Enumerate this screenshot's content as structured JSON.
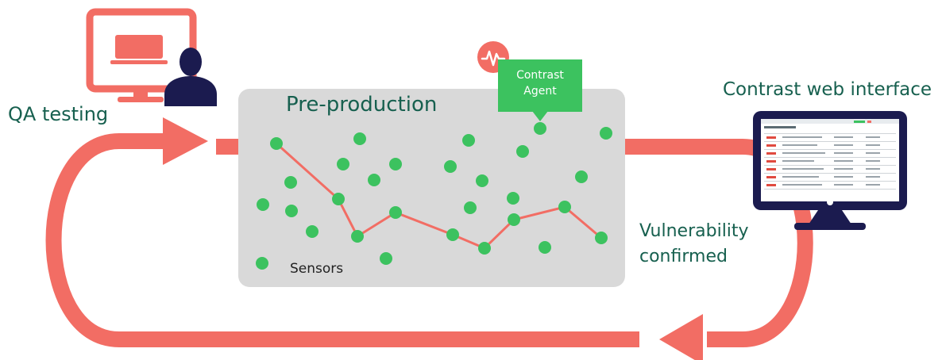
{
  "labels": {
    "qa_testing": "QA testing",
    "pre_production": "Pre-production",
    "contrast_web_interface": "Contrast web interface",
    "vulnerability_line1": "Vulnerability",
    "vulnerability_line2": "confirmed",
    "sensors": "Sensors",
    "agent_line1": "Contrast",
    "agent_line2": "Agent"
  },
  "icons": {
    "qa_monitor": "monitor-icon",
    "qa_person": "person-icon",
    "agent_badge": "pulse-icon",
    "web_monitor": "monitor-icon"
  },
  "colors": {
    "loop": "#f26d64",
    "sensor": "#3cc25f",
    "zone": "#d9d9d9",
    "label_text": "#17604f",
    "person": "#1b1b4f",
    "screen_frame": "#1b1b4f"
  }
}
